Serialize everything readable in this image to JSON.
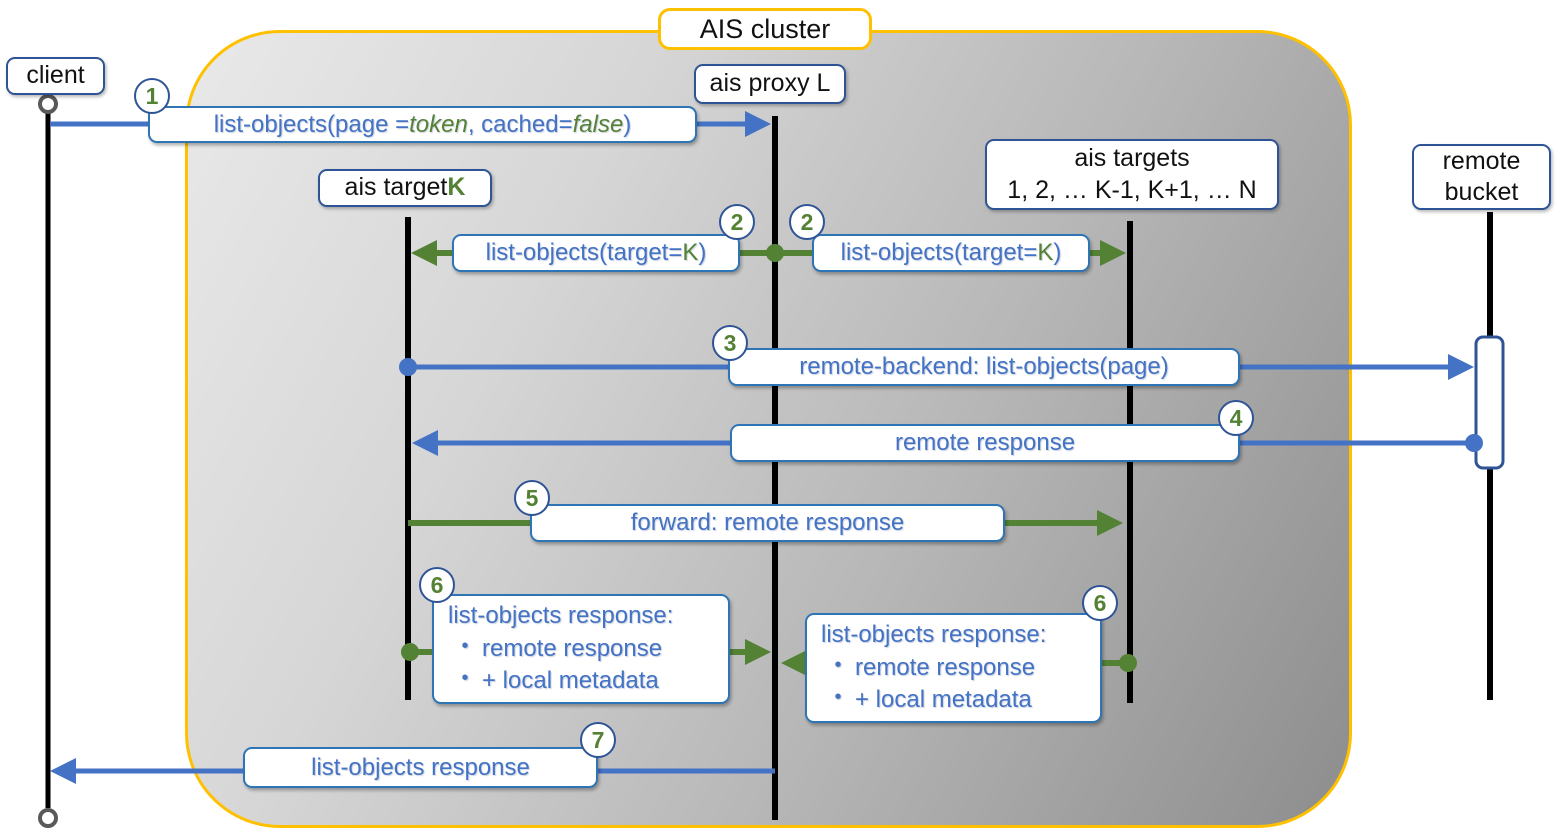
{
  "title": "AIS cluster",
  "nodes": {
    "client": "client",
    "proxy": "ais proxy L",
    "target_k": {
      "prefix": "ais target ",
      "k": "K"
    },
    "targets": {
      "line1": "ais targets",
      "line2": "1, 2, … K-1, K+1, … N"
    },
    "remote": {
      "line1": "remote",
      "line2": "bucket"
    }
  },
  "steps": {
    "s1": "1",
    "s2": "2",
    "s3": "3",
    "s4": "4",
    "s5": "5",
    "s6": "6",
    "s7": "7"
  },
  "messages": {
    "m1": {
      "p1": "list-objects(page = ",
      "p2": "token",
      "p3": ", cached=",
      "p4": "false",
      "p5": ")"
    },
    "m2": {
      "p1": "list-objects(target=",
      "p2": "K",
      "p3": ")"
    },
    "m3": "remote-backend: list-objects(page)",
    "m4": "remote response",
    "m5": "forward: remote response",
    "m6": {
      "title": "list-objects response:",
      "bullet": "•",
      "b1": "remote response",
      "b2": "+ local metadata"
    },
    "m7": "list-objects response"
  },
  "colors": {
    "blue": "#4472C4",
    "green": "#548235",
    "gold": "#FFC000",
    "node_border": "#2F5496",
    "msg_border": "#2E75B6",
    "lifeline": "#000000"
  }
}
